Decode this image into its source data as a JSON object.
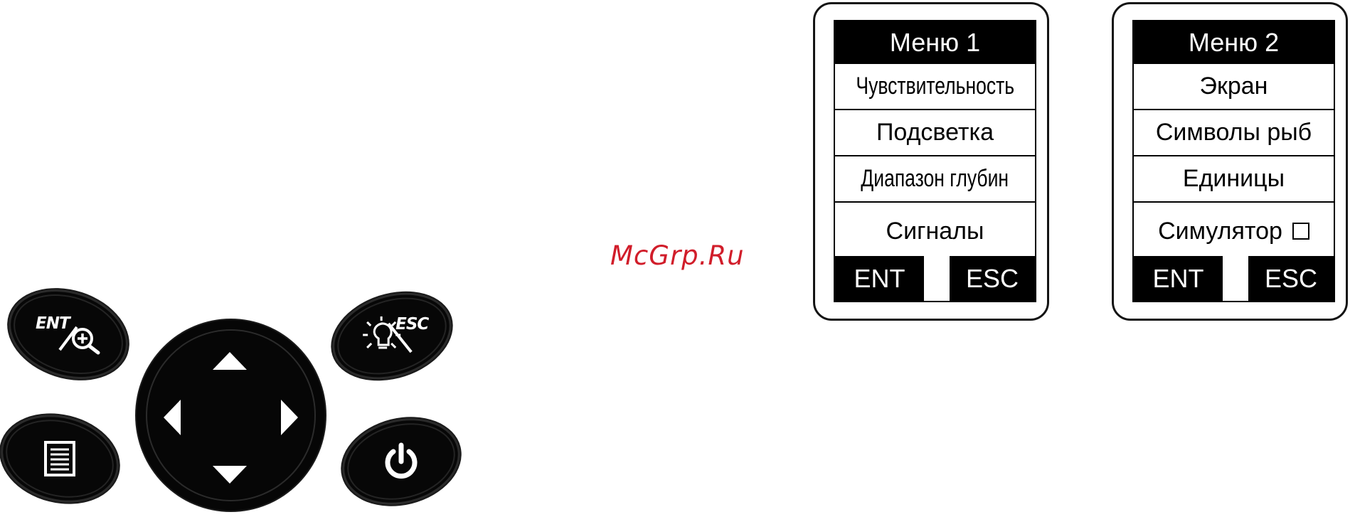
{
  "keypad": {
    "ent_label": "ENT",
    "esc_label": "ESC",
    "icons": {
      "ent": "zoom-in-icon",
      "esc": "backlight-icon",
      "menu": "menu-list-icon",
      "power": "power-icon",
      "dpad": [
        "arrow-up-icon",
        "arrow-down-icon",
        "arrow-left-icon",
        "arrow-right-icon"
      ]
    }
  },
  "watermark": "McGrp.Ru",
  "menu1": {
    "title": "Меню 1",
    "items": [
      "Чувствительность",
      "Подсветка",
      "Диапазон глубин",
      "Сигналы"
    ],
    "softkey_left": "ENT",
    "softkey_right": "ESC"
  },
  "menu2": {
    "title": "Меню 2",
    "items": [
      "Экран",
      "Символы рыб",
      "Единицы",
      "Симулятор"
    ],
    "softkey_left": "ENT",
    "softkey_right": "ESC"
  }
}
